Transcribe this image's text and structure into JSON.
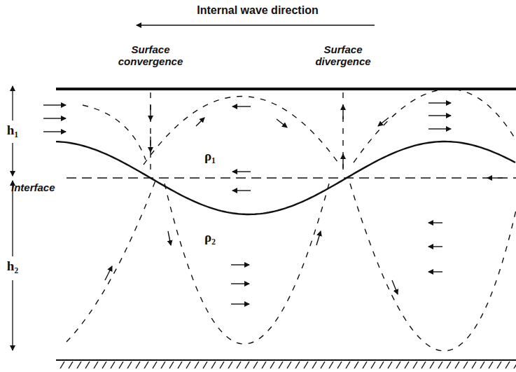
{
  "diagram": {
    "labels": [
      "Internal wave direction",
      "Surface convergence",
      "Surface divergence",
      "h₁",
      "ρ₁",
      "Interface",
      "ρ₂",
      "h₂"
    ]
  }
}
